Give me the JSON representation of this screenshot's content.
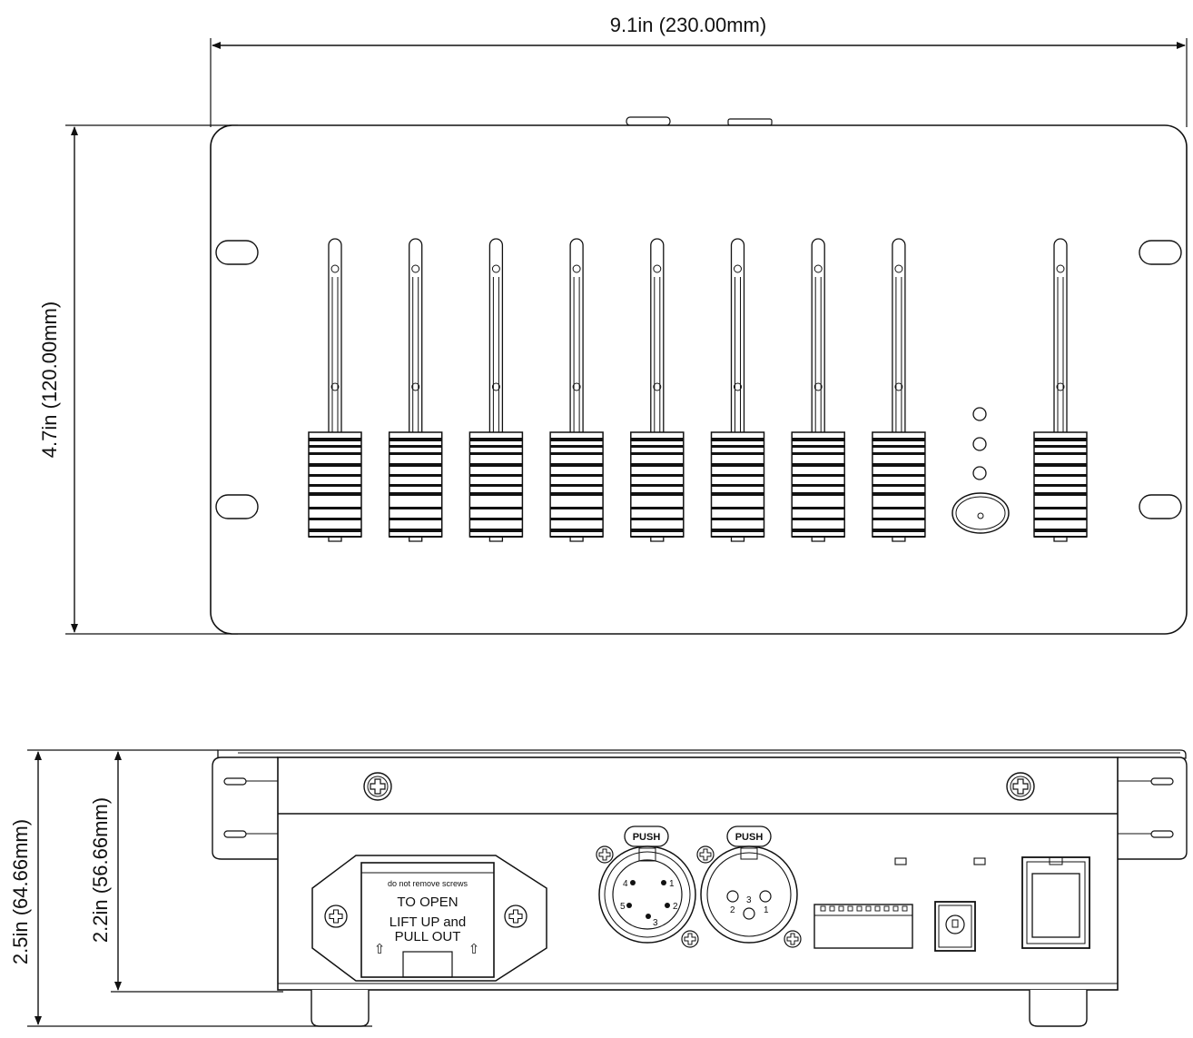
{
  "dimensions": {
    "width": "9.1in (230.00mm)",
    "front_height": "4.7in (120.00mm)",
    "rear_total_height": "2.5in (64.66mm)",
    "rear_body_height": "2.2in (56.66mm)"
  },
  "front_panel": {
    "channel_fader_count": 8,
    "led_count": 3,
    "master_fader_count": 1
  },
  "rear_panel": {
    "fuse_cover": {
      "line1": "do not remove screws",
      "line2": "TO OPEN",
      "line3": "LIFT UP and",
      "line4": "PULL OUT",
      "arrow_left": "⇧",
      "arrow_right": "⇧"
    },
    "xlr_5pin": {
      "push_label": "PUSH",
      "pins": [
        "4",
        "1",
        "5",
        "2",
        "3"
      ]
    },
    "xlr_3pin": {
      "push_label": "PUSH",
      "pins": [
        "3",
        "2",
        "1"
      ]
    }
  },
  "colors": {
    "line": "#111111",
    "background": "#ffffff"
  }
}
